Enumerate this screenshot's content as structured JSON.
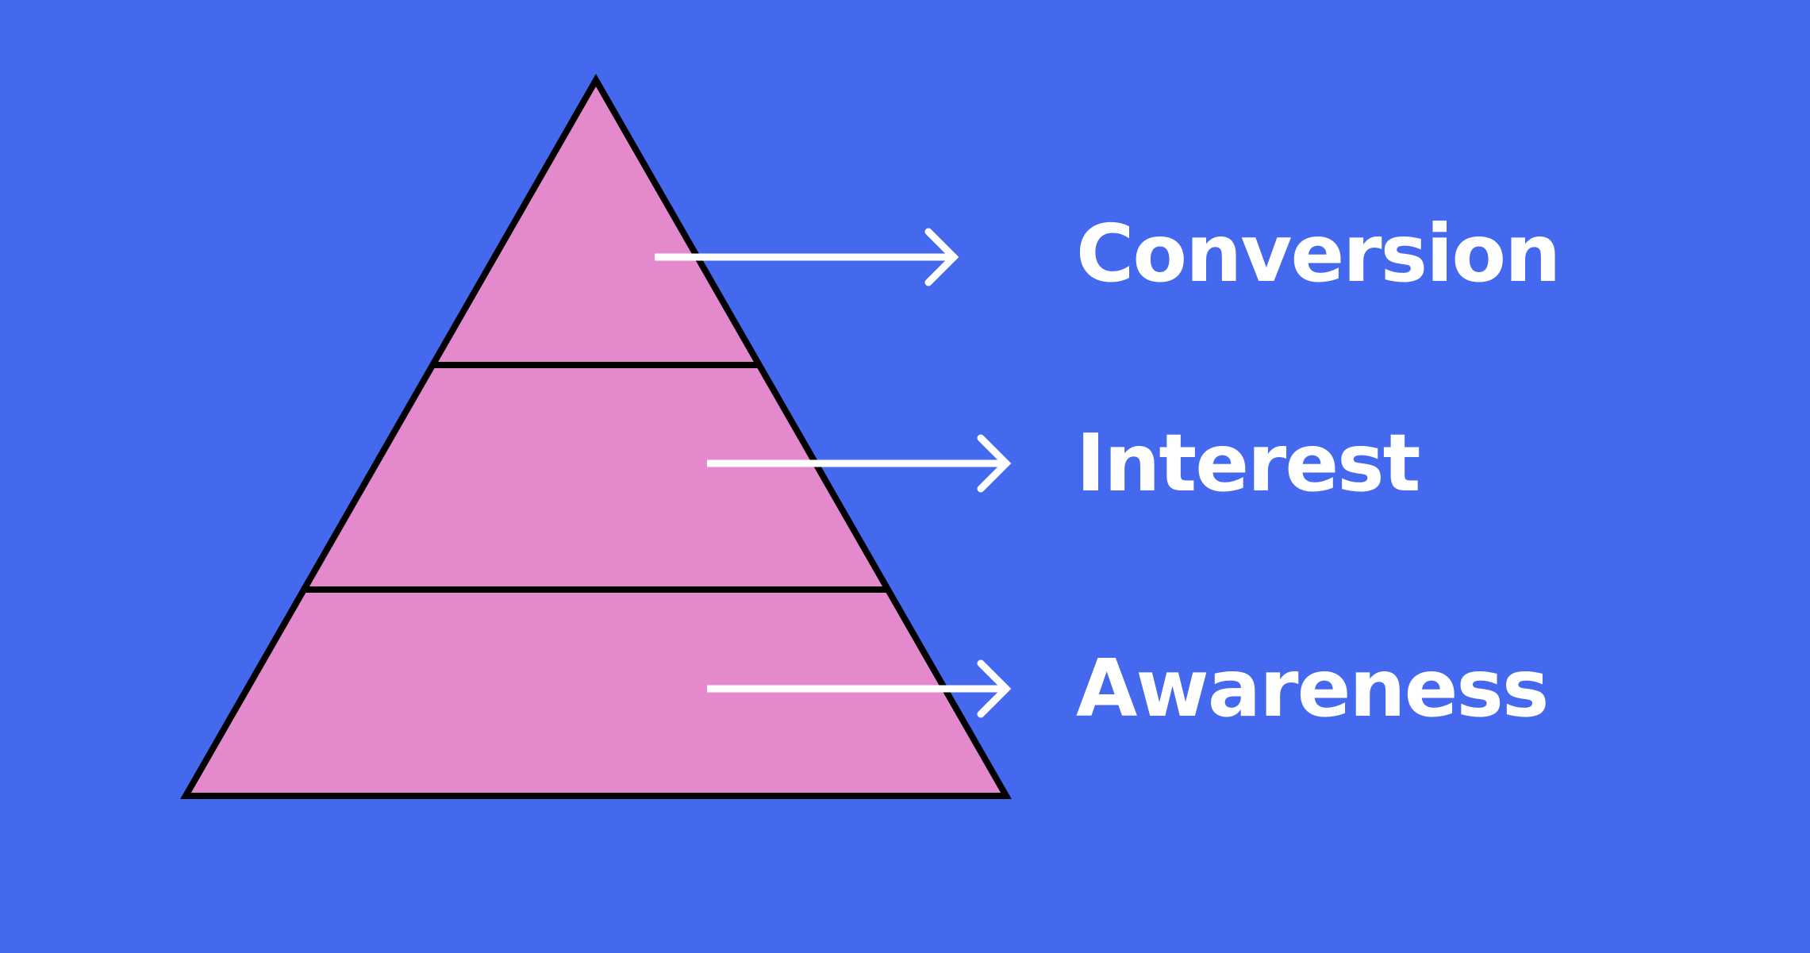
{
  "colors": {
    "background": "#4569EE",
    "pyramid_fill": "#E489CB",
    "outline": "#000000",
    "arrow": "#FFFFFF",
    "label_text": "#FFFFFF"
  },
  "funnel": {
    "stages": [
      {
        "id": "conversion",
        "label": "Conversion"
      },
      {
        "id": "interest",
        "label": "Interest"
      },
      {
        "id": "awareness",
        "label": "Awareness"
      }
    ]
  }
}
